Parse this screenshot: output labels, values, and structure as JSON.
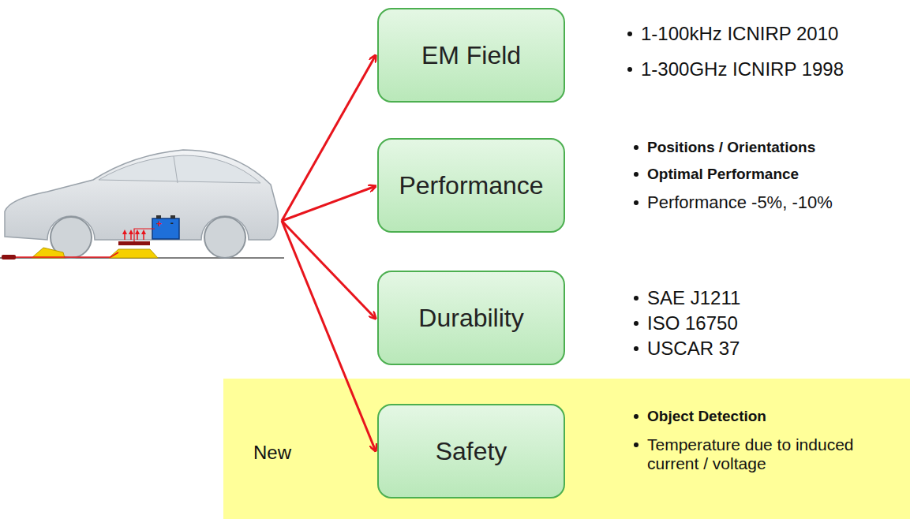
{
  "diagram": {
    "nodes": [
      {
        "text": [
          "EM Field"
        ]
      },
      {
        "text": [
          "Performance"
        ]
      },
      {
        "text": [
          "Durability"
        ]
      },
      {
        "text": [
          "New"
        ]
      },
      {
        "text": [
          "Safety"
        ],
        "in": 3
      }
    ],
    "labels": [
      "1-100kHz ICNIRP 2010",
      "1-300GHz ICNIRP 1998",
      "Positions / Orientations",
      "Optimal Performance",
      "Performance -5%, -10%",
      "SAE J1211",
      "ISO 16750",
      "USCAR 37",
      "Object Detection",
      "Temperature due to induced current / voltage",
      "+",
      "-"
    ]
  }
}
